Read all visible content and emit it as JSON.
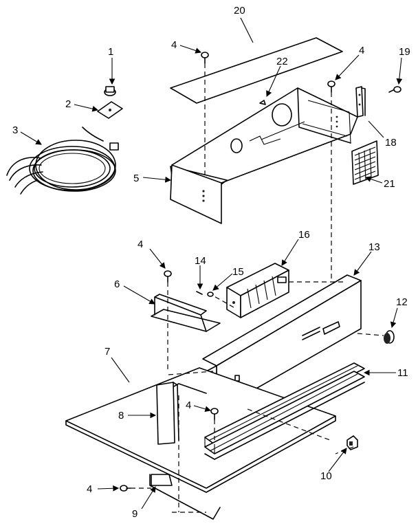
{
  "callouts": [
    {
      "id": "c1",
      "label": "1"
    },
    {
      "id": "c2",
      "label": "2"
    },
    {
      "id": "c3",
      "label": "3"
    },
    {
      "id": "c4a",
      "label": "4"
    },
    {
      "id": "c4b",
      "label": "4"
    },
    {
      "id": "c4c",
      "label": "4"
    },
    {
      "id": "c4d",
      "label": "4"
    },
    {
      "id": "c4e",
      "label": "4"
    },
    {
      "id": "c5",
      "label": "5"
    },
    {
      "id": "c6",
      "label": "6"
    },
    {
      "id": "c7",
      "label": "7"
    },
    {
      "id": "c8",
      "label": "8"
    },
    {
      "id": "c9",
      "label": "9"
    },
    {
      "id": "c10",
      "label": "10"
    },
    {
      "id": "c11",
      "label": "11"
    },
    {
      "id": "c12",
      "label": "12"
    },
    {
      "id": "c13",
      "label": "13"
    },
    {
      "id": "c14",
      "label": "14"
    },
    {
      "id": "c15",
      "label": "15"
    },
    {
      "id": "c16",
      "label": "16"
    },
    {
      "id": "c18",
      "label": "18"
    },
    {
      "id": "c19",
      "label": "19"
    },
    {
      "id": "c20",
      "label": "20"
    },
    {
      "id": "c21",
      "label": "21"
    },
    {
      "id": "c22",
      "label": "22"
    }
  ]
}
